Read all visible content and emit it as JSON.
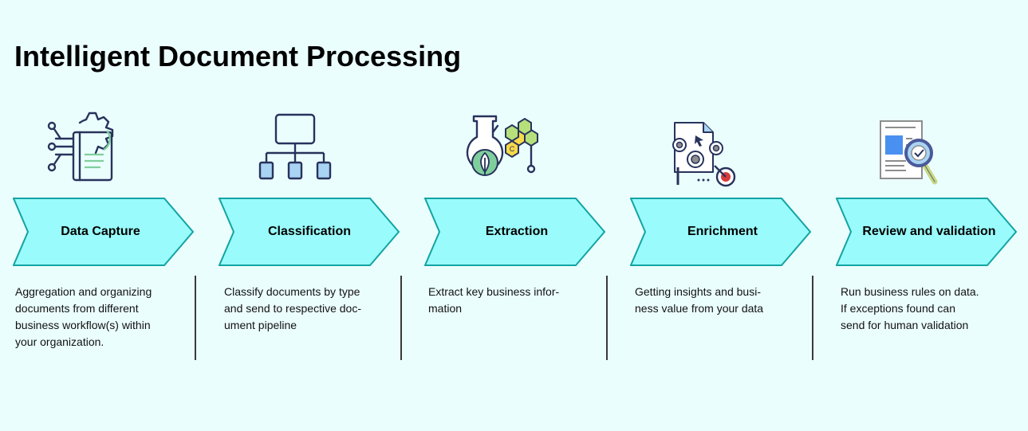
{
  "title": "Intelligent Document Processing",
  "colors": {
    "background": "#ebfefe",
    "chevron_fill": "#99fbfb",
    "chevron_stroke": "#14a3a3",
    "icon_navy": "#27335c",
    "icon_green": "#7fcf9c",
    "icon_blue": "#a9d3f3",
    "icon_yellow": "#f7d94a",
    "icon_red": "#d93a3a"
  },
  "steps": [
    {
      "label": "Data Capture",
      "icon": "document-gear-icon",
      "lines": [
        "Aggregation and organizing",
        "documents from different",
        "business workflow(s) within",
        "your organization."
      ]
    },
    {
      "label": "Classification",
      "icon": "hierarchy-icon",
      "lines": [
        "Classify documents by type",
        "and send to respective doc-",
        "ument pipeline"
      ]
    },
    {
      "label": "Extraction",
      "icon": "flask-molecule-icon",
      "lines": [
        "Extract key business infor-",
        "mation"
      ]
    },
    {
      "label": "Enrichment",
      "icon": "gears-target-icon",
      "lines": [
        "Getting insights and busi-",
        "ness value from your data"
      ]
    },
    {
      "label": "Review and validation",
      "icon": "document-magnifier-check-icon",
      "lines": [
        "Run business rules on data.",
        "If exceptions found can",
        "send for human validation"
      ]
    }
  ]
}
